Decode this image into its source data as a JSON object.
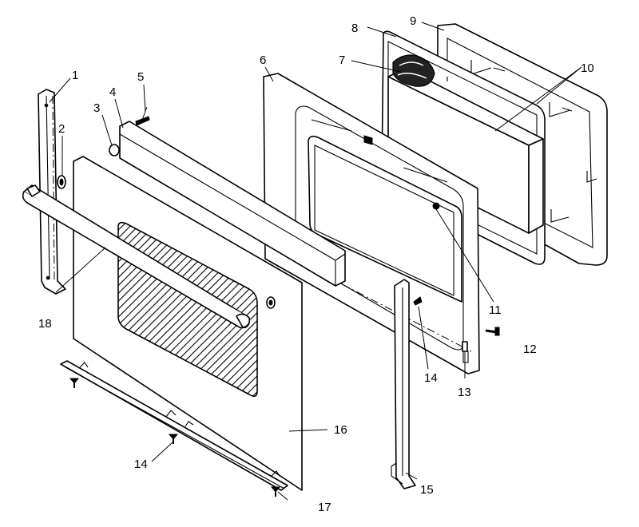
{
  "callouts": [
    {
      "id": "c1",
      "label": "1"
    },
    {
      "id": "c2",
      "label": "2"
    },
    {
      "id": "c3",
      "label": "3"
    },
    {
      "id": "c4",
      "label": "4"
    },
    {
      "id": "c5",
      "label": "5"
    },
    {
      "id": "c6",
      "label": "6"
    },
    {
      "id": "c7",
      "label": "7"
    },
    {
      "id": "c8",
      "label": "8"
    },
    {
      "id": "c9",
      "label": "9"
    },
    {
      "id": "c10",
      "label": "10"
    },
    {
      "id": "c11",
      "label": "11"
    },
    {
      "id": "c12",
      "label": "12"
    },
    {
      "id": "c13",
      "label": "13"
    },
    {
      "id": "c14a",
      "label": "14"
    },
    {
      "id": "c14b",
      "label": "14"
    },
    {
      "id": "c15",
      "label": "15"
    },
    {
      "id": "c16",
      "label": "16"
    },
    {
      "id": "c17",
      "label": "17"
    },
    {
      "id": "c18",
      "label": "18"
    }
  ]
}
